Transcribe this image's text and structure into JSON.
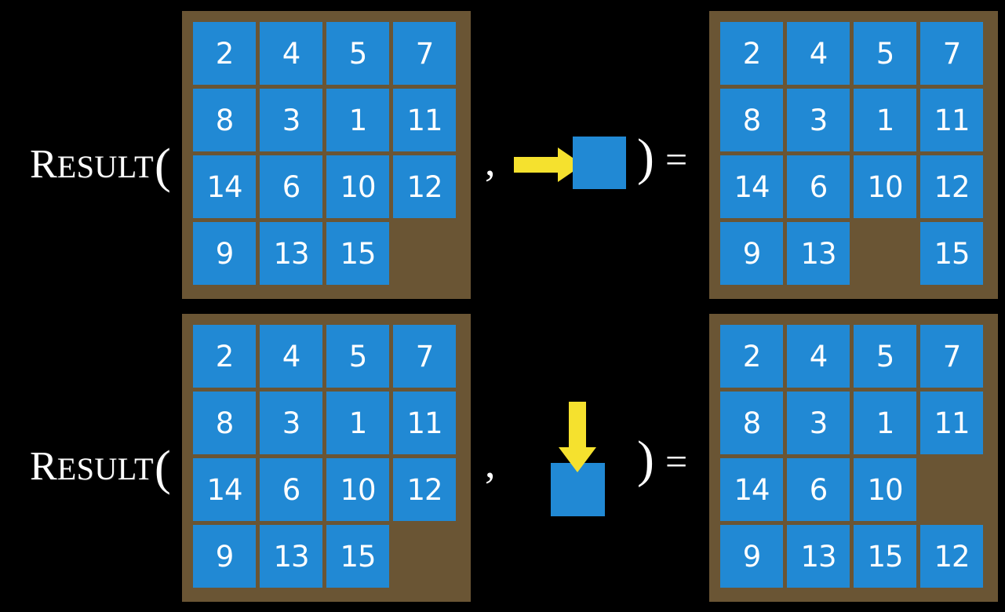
{
  "figure": {
    "background_color": "#000000",
    "tile_color": "#2189d4",
    "board_color": "#6a5534",
    "arrow_color": "#f5e12e",
    "text_color": "#ffffff",
    "grid_size": 4
  },
  "symbols": {
    "result_big": "R",
    "result_small": "ESULT",
    "open_paren": "(",
    "comma": ",",
    "close_paren": ")",
    "equals": "="
  },
  "rows": [
    {
      "id": "row-1",
      "label": "RESULT(",
      "input_board": {
        "name": "input-board-row-1",
        "cells": [
          [
            "2",
            "4",
            "5",
            "7"
          ],
          [
            "8",
            "3",
            "1",
            "11"
          ],
          [
            "14",
            "6",
            "10",
            "12"
          ],
          [
            "9",
            "13",
            "15",
            ""
          ]
        ]
      },
      "action": {
        "name": "move-right",
        "arrow_direction": "right",
        "arrow_glyph": "→",
        "tile_label": ""
      },
      "output_board": {
        "name": "output-board-row-1",
        "cells": [
          [
            "2",
            "4",
            "5",
            "7"
          ],
          [
            "8",
            "3",
            "1",
            "11"
          ],
          [
            "14",
            "6",
            "10",
            "12"
          ],
          [
            "9",
            "13",
            "",
            "15"
          ]
        ]
      }
    },
    {
      "id": "row-2",
      "label": "RESULT(",
      "input_board": {
        "name": "input-board-row-2",
        "cells": [
          [
            "2",
            "4",
            "5",
            "7"
          ],
          [
            "8",
            "3",
            "1",
            "11"
          ],
          [
            "14",
            "6",
            "10",
            "12"
          ],
          [
            "9",
            "13",
            "15",
            ""
          ]
        ]
      },
      "action": {
        "name": "move-down",
        "arrow_direction": "down",
        "arrow_glyph": "↓",
        "tile_label": ""
      },
      "output_board": {
        "name": "output-board-row-2",
        "cells": [
          [
            "2",
            "4",
            "5",
            "7"
          ],
          [
            "8",
            "3",
            "1",
            "11"
          ],
          [
            "14",
            "6",
            "10",
            ""
          ],
          [
            "9",
            "13",
            "15",
            "12"
          ]
        ]
      }
    }
  ]
}
